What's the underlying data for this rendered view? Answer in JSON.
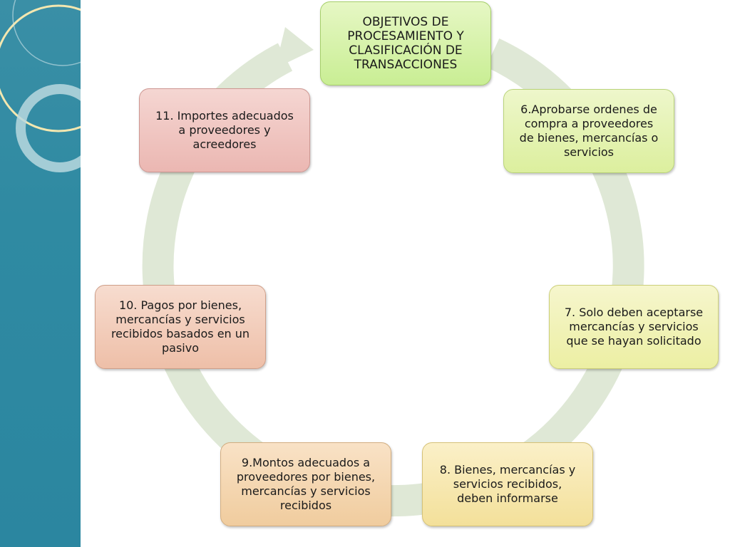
{
  "diagram": {
    "center_node": {
      "lines": [
        "OBJETIVOS DE",
        "PROCESAMIENTO Y",
        "CLASIFICACIÓN DE",
        "TRANSACCIONES"
      ]
    },
    "steps": [
      {
        "lines": [
          "6.Aprobarse ordenes de",
          "compra a proveedores",
          "de bienes, mercancías o",
          "servicios"
        ]
      },
      {
        "lines": [
          "7. Solo deben aceptarse",
          "mercancías y servicios",
          "que se hayan solicitado"
        ]
      },
      {
        "lines": [
          "8. Bienes, mercancías y",
          "servicios recibidos,",
          "deben informarse"
        ]
      },
      {
        "lines": [
          "9.Montos adecuados a",
          "proveedores por bienes,",
          "mercancías y servicios",
          "recibidos"
        ]
      },
      {
        "lines": [
          "10. Pagos por bienes,",
          "mercancías y servicios",
          "recibidos basados en un",
          "pasivo"
        ]
      },
      {
        "lines": [
          "11. Importes  adecuados",
          "a proveedores y",
          "acreedores"
        ]
      }
    ],
    "colors": {
      "band": "#2f8aa2",
      "cycle_arrow": "#dfe8d6"
    }
  }
}
